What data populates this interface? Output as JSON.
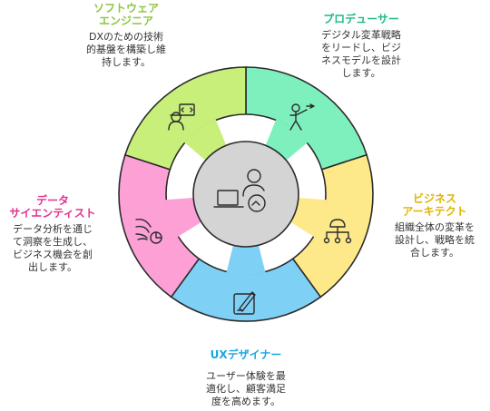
{
  "colors": {
    "software_engineer": "#c8ef7a",
    "producer": "#7ef0bd",
    "business_architect": "#fde98a",
    "ux_designer": "#7fd0f5",
    "data_scientist": "#fca0d6",
    "center": "#d4d4d4",
    "title_software_engineer": "#8cc63f",
    "title_producer": "#1fba86",
    "title_business_architect": "#e0b400",
    "title_ux_designer": "#1aa7e0",
    "title_data_scientist": "#e0348e"
  },
  "roles": {
    "software_engineer": {
      "title": "ソフトウェア\nエンジニア",
      "desc": "DXのための技術\n的基盤を構築し維\n持します。",
      "icon": "engineer-icon"
    },
    "producer": {
      "title": "プロデューサー",
      "desc": "デジタル変革戦略\nをリードし、ビジ\nネスモデルを設計\nします。",
      "icon": "presenter-icon"
    },
    "business_architect": {
      "title": "ビジネス\nアーキテクト",
      "desc": "組織全体の変革を\n設計し、戦略を統\n合します。",
      "icon": "network-icon"
    },
    "ux_designer": {
      "title": "UXデザイナー",
      "desc": "ユーザー体験を最\n適化し、顧客満足\n度を高めます。",
      "icon": "design-tablet-icon"
    },
    "data_scientist": {
      "title": "データ\nサイエンティスト",
      "desc": "データ分析を通じ\nて洞察を生成し、\nビジネス機会を創\n出します。",
      "icon": "data-flow-icon"
    }
  },
  "center": {
    "icon": "laptop-user-icon"
  }
}
